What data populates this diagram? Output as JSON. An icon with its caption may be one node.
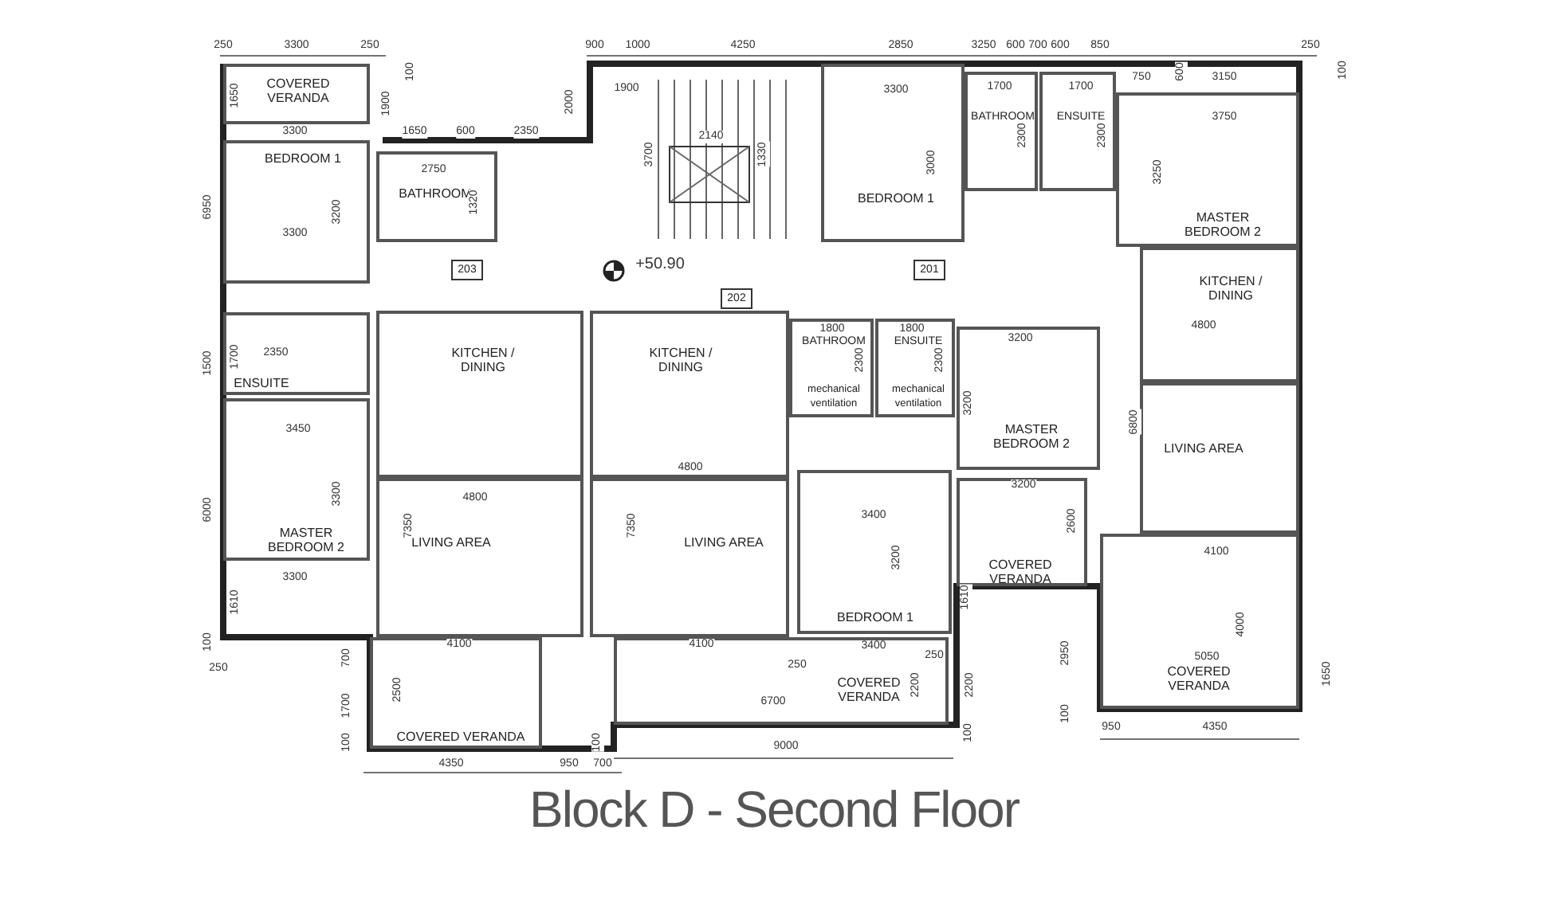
{
  "diagram": {
    "title": "Block D - Second Floor",
    "nodes": [
      {
        "text": [
          "COVERED VERANDA"
        ]
      },
      {
        "text": [
          "BEDROOM 1"
        ]
      },
      {
        "text": [
          "BATHROOM"
        ]
      },
      {
        "text": [
          "ENSUITE"
        ]
      },
      {
        "text": [
          "MASTER BEDROOM 2"
        ]
      },
      {
        "text": [
          "KITCHEN / DINING"
        ]
      },
      {
        "text": [
          "LIVING AREA"
        ]
      },
      {
        "text": [
          "KITCHEN / DINING"
        ]
      },
      {
        "text": [
          "LIVING AREA"
        ]
      },
      {
        "text": [
          "BEDROOM 1"
        ]
      },
      {
        "text": [
          "BATHROOM"
        ]
      },
      {
        "text": [
          "ENSUITE"
        ]
      },
      {
        "text": [
          "MASTER BEDROOM 2"
        ]
      },
      {
        "text": [
          "KITCHEN / DINING"
        ]
      },
      {
        "text": [
          "LIVING AREA"
        ]
      },
      {
        "text": [
          "BATHROOM",
          "mechanical ventilation"
        ]
      },
      {
        "text": [
          "ENSUITE",
          "mechanical ventilation"
        ]
      },
      {
        "text": [
          "MASTER BEDROOM 2"
        ]
      },
      {
        "text": [
          "BEDROOM 1"
        ]
      },
      {
        "text": [
          "COVERED VERANDA"
        ]
      },
      {
        "text": [
          "COVERED VERANDA"
        ]
      },
      {
        "text": [
          "COVERED VERANDA"
        ]
      },
      {
        "text": [
          "COVERED VERANDA"
        ]
      },
      {
        "text": [
          "203"
        ]
      },
      {
        "text": [
          "202"
        ]
      },
      {
        "text": [
          "201"
        ]
      }
    ],
    "labels": [
      "250",
      "3300",
      "250",
      "100",
      "1650",
      "1900",
      "3300",
      "1650",
      "600",
      "2350",
      "2000",
      "900",
      "1000",
      "4250",
      "2850",
      "3250",
      "600",
      "700",
      "600",
      "850",
      "250",
      "100",
      "1900",
      "3700",
      "2140",
      "1330",
      "3300",
      "3000",
      "1700",
      "1700",
      "2300",
      "2300",
      "750",
      "600",
      "3150",
      "3750",
      "3250",
      "2750",
      "1320",
      "3200",
      "3300",
      "6950",
      "1500",
      "2350",
      "1700",
      "3450",
      "3300",
      "6000",
      "3300",
      "1610",
      "100",
      "250",
      "7350",
      "4800",
      "7350",
      "4800",
      "700",
      "4100",
      "4100",
      "2500",
      "1700",
      "100",
      "4350",
      "950",
      "700",
      "100",
      "1800",
      "1800",
      "2300",
      "2300",
      "3200",
      "3200",
      "6800",
      "4800",
      "3200",
      "2600",
      "3400",
      "3200",
      "1610",
      "2950",
      "100",
      "3400",
      "250",
      "250",
      "2200",
      "2200",
      "6700",
      "9000",
      "100",
      "4100",
      "4000",
      "5050",
      "1650",
      "950",
      "4350",
      "+50.90"
    ]
  }
}
